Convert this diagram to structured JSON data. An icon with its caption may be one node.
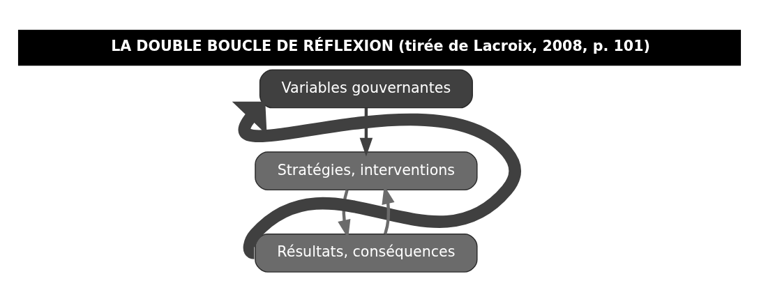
{
  "diagram": {
    "title": "LA DOUBLE BOUCLE DE RÉFLEXION (tirée de Lacroix, 2008, p. 101)",
    "nodes": [
      {
        "text": [
          "Variables gouvernantes"
        ]
      },
      {
        "text": [
          "Stratégies, interventions"
        ]
      },
      {
        "text": [
          "Résultats, conséquences"
        ]
      }
    ],
    "edges": [
      {
        "from": 0,
        "to": 1,
        "arrow": "to",
        "color": "#404040"
      },
      {
        "from": 1,
        "to": 2,
        "arrow": "to"
      },
      {
        "from": 2,
        "to": 1,
        "arrow": "to"
      },
      {
        "from": 2,
        "to": 0,
        "arrow": "to",
        "style": "thick",
        "color": "#404040"
      }
    ]
  }
}
